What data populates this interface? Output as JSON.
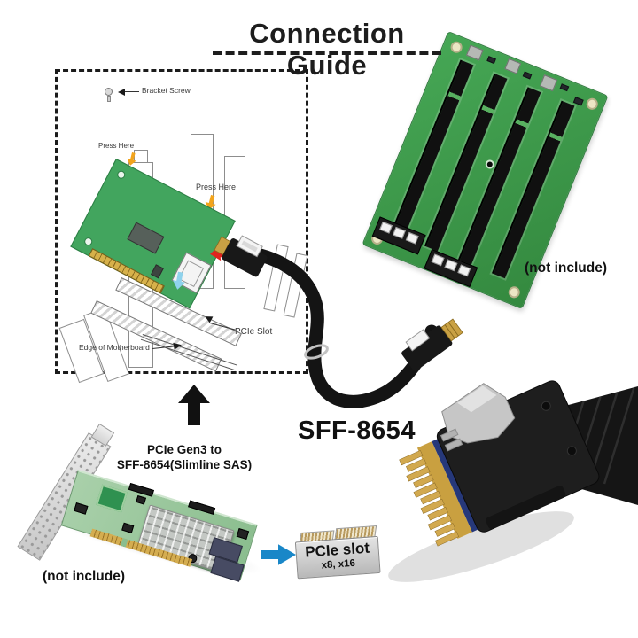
{
  "title": "Connection Guide",
  "install_diagram": {
    "labels": {
      "bracket_screw": "Bracket Screw",
      "press_here_1": "Press Here",
      "press_here_2": "Press Here",
      "pcie_slot": "PCIe Slot",
      "edge_of_motherboard": "Edge of Motherboard"
    }
  },
  "backplane": {
    "note": "(not include)"
  },
  "cable": {
    "label": "SFF-8654"
  },
  "adapter_card": {
    "caption_line1": "PCIe Gen3 to",
    "caption_line2": "SFF-8654(Slimline SAS)",
    "note": "(not include)"
  },
  "slot_callout": {
    "label": "PCIe slot",
    "sublabel": "x8, x16"
  },
  "colors": {
    "card_green": "#42a55e",
    "backplane_green": "#3f9e4e",
    "arrow_red": "#e0241e",
    "arrow_blue": "#1987c8",
    "arrow_yellow": "#f2a41c",
    "press_arrow_blue": "#8fd2ec",
    "gold": "#d2a94f",
    "cable_black": "#141414"
  }
}
